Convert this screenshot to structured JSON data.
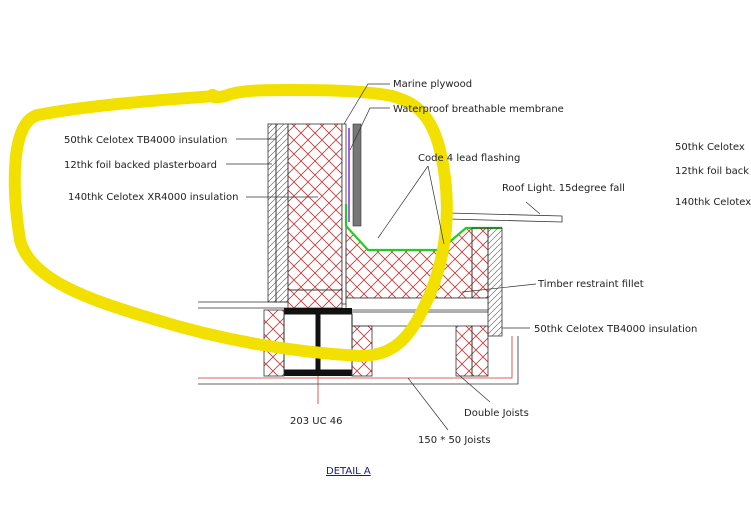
{
  "drawing": {
    "title": "DETAIL A",
    "labels": {
      "celotex_tb4000_wall": "50thk Celotex TB4000 insulation",
      "plasterboard": "12thk foil backed plasterboard",
      "celotex_xr4000": "140thk Celotex XR4000 insulation",
      "marine_plywood": "Marine plywood",
      "membrane": "Waterproof breathable membrane",
      "lead_flashing": "Code 4 lead flashing",
      "roof_light": "Roof Light. 15degree fall",
      "timber_fillet": "Timber restraint fillet",
      "celotex_tb4000_upstand": "50thk Celotex TB4000 insulation",
      "steel_beam": "203 UC 46",
      "double_joists": "Double Joists",
      "joists": "150 * 50 Joists",
      "right_clip_1": "50thk Celotex",
      "right_clip_2": "12thk foil back",
      "right_clip_3": "140thk Celotex"
    },
    "colors": {
      "highlight": "#f2e000",
      "insulation_hatch": "#cc3333",
      "flashing": "#22cc22",
      "membrane": "#8a2be2",
      "steel": "#111111",
      "lines": "#333333"
    }
  }
}
